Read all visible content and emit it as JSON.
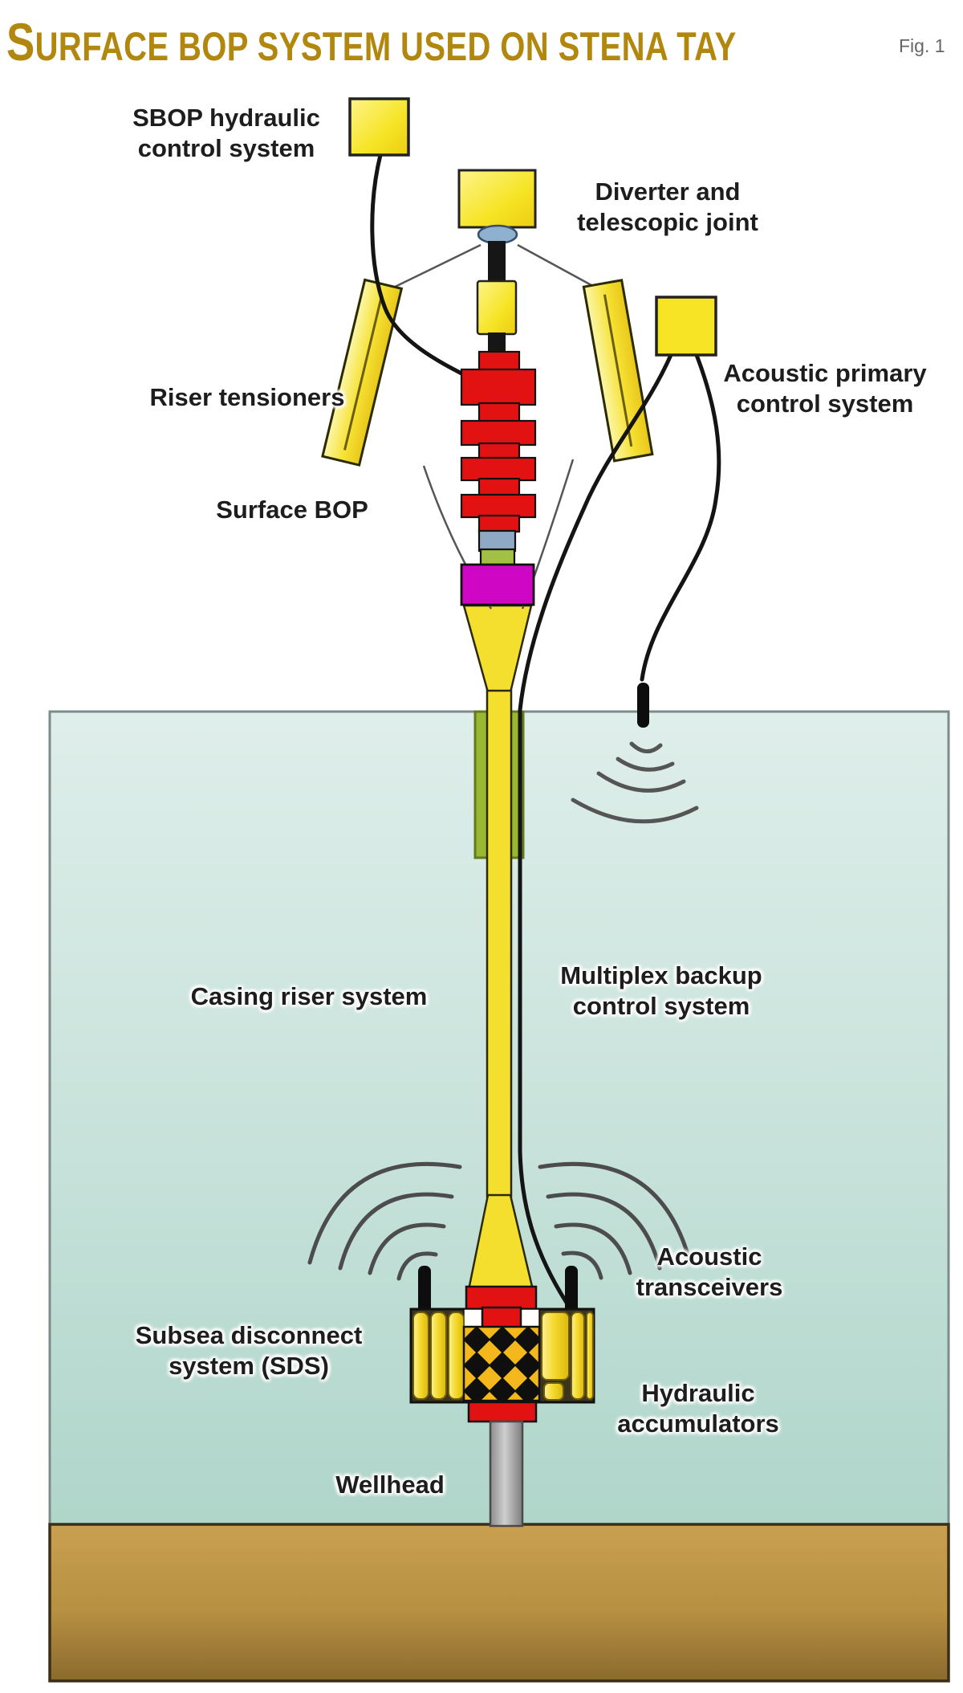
{
  "header": {
    "title": "SURFACE BOP SYSTEM USED ON STENA TAY",
    "figure": "Fig. 1"
  },
  "labels": {
    "sbop": {
      "line1": "SBOP hydraulic",
      "line2": "control system"
    },
    "diverter": {
      "line1": "Diverter and",
      "line2": "telescopic joint"
    },
    "riser_tensioners": {
      "line1": "Riser tensioners"
    },
    "surface_bop": {
      "line1": "Surface BOP"
    },
    "acoustic_primary": {
      "line1": "Acoustic primary",
      "line2": "control system"
    },
    "casing_riser": {
      "line1": "Casing riser system"
    },
    "multiplex": {
      "line1": "Multiplex backup",
      "line2": "control system"
    },
    "acoustic_transceivers": {
      "line1": "Acoustic",
      "line2": "transceivers"
    },
    "sds": {
      "line1": "Subsea disconnect",
      "line2": "system (SDS)"
    },
    "hydraulic_accumulators": {
      "line1": "Hydraulic",
      "line2": "accumulators"
    },
    "wellhead": {
      "line1": "Wellhead"
    }
  },
  "colors": {
    "title_gold": "#b1870e",
    "label_text": "#1d1d1d",
    "box_yellow": "#f6e425",
    "tensioner_yellow": "#f5df2e",
    "bop_red": "#e21212",
    "magenta_connector": "#cf06c3",
    "joint_blue": "#8fb0cf",
    "small_green": "#a2c043",
    "riser_yellow": "#f5df2e",
    "casing_green": "#99b733",
    "checker_yellow": "#f4b81c",
    "checker_black": "#0f0f0f",
    "water_top": "#dfeeea",
    "water_bottom": "#a6d0c3",
    "seabed_top": "#c9a050",
    "seabed_bottom": "#8a6a2e",
    "wellhead_gray": "#a0a0a0",
    "cable_black": "#141414",
    "wave_gray": "#4c4c4c"
  }
}
